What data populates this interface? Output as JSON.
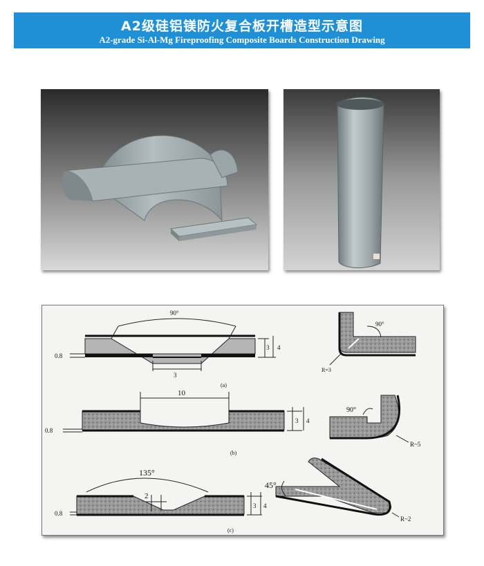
{
  "banner": {
    "title_cn": "A2级硅铝镁防火复合板开槽造型示意图",
    "title_en": "A2-grade Si-Al-Mg Fireproofing Composite Boards  Construction Drawing",
    "color": "#1f8fd6"
  },
  "drawing": {
    "a": {
      "angle": "90°",
      "skin": "0.8",
      "dim_3": "3",
      "dim_4": "4",
      "bottom": "3",
      "corner_angle": "90°",
      "radius": "R=3",
      "caption": "(a)"
    },
    "b": {
      "width": "10",
      "skin": "0.8",
      "dim_3": "3",
      "dim_4": "4",
      "corner_angle": "90°",
      "radius": "R~5",
      "caption": "(b)"
    },
    "c": {
      "angle": "135°",
      "bottom": "2",
      "skin": "0.8",
      "dim_3": "3",
      "dim_4": "4",
      "fold_angle": "45°",
      "radius": "R~2",
      "caption": "(c)"
    }
  }
}
